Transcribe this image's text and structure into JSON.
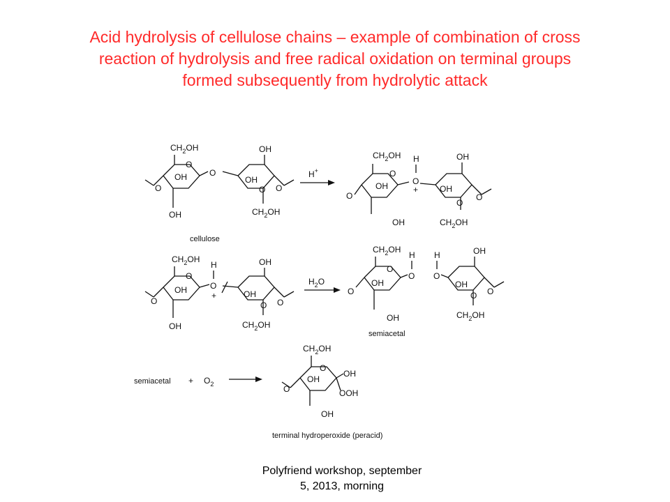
{
  "title": {
    "lines": [
      "Acid hydrolysis of cellulose chains – example of combination of cross",
      "reaction of hydrolysis and free radical oxidation on terminal groups",
      "formed subsequently from hydrolytic attack"
    ]
  },
  "scheme": {
    "row1": {
      "reactant_label": "cellulose",
      "reagent": "H",
      "reagent_charge": "+"
    },
    "row2": {
      "reagent": "H",
      "reagent_sub": "2",
      "reagent_tail": "O",
      "product_label": "semiacetal"
    },
    "row3": {
      "reactant": "semiacetal",
      "plus": "+",
      "oxidant": "O",
      "oxidant_sub": "2",
      "product_label": "terminal hydroperoxide (peracid)"
    },
    "atoms": {
      "ch2oh_a": "CH",
      "ch2oh_sub": "2",
      "ch2oh_b": "OH",
      "oh": "OH",
      "o": "O",
      "h": "H",
      "ooh": "OOH",
      "plus_charge": "+"
    }
  },
  "footer": {
    "lines": [
      "Polyfriend workshop, september",
      "5, 2013, morning"
    ]
  }
}
